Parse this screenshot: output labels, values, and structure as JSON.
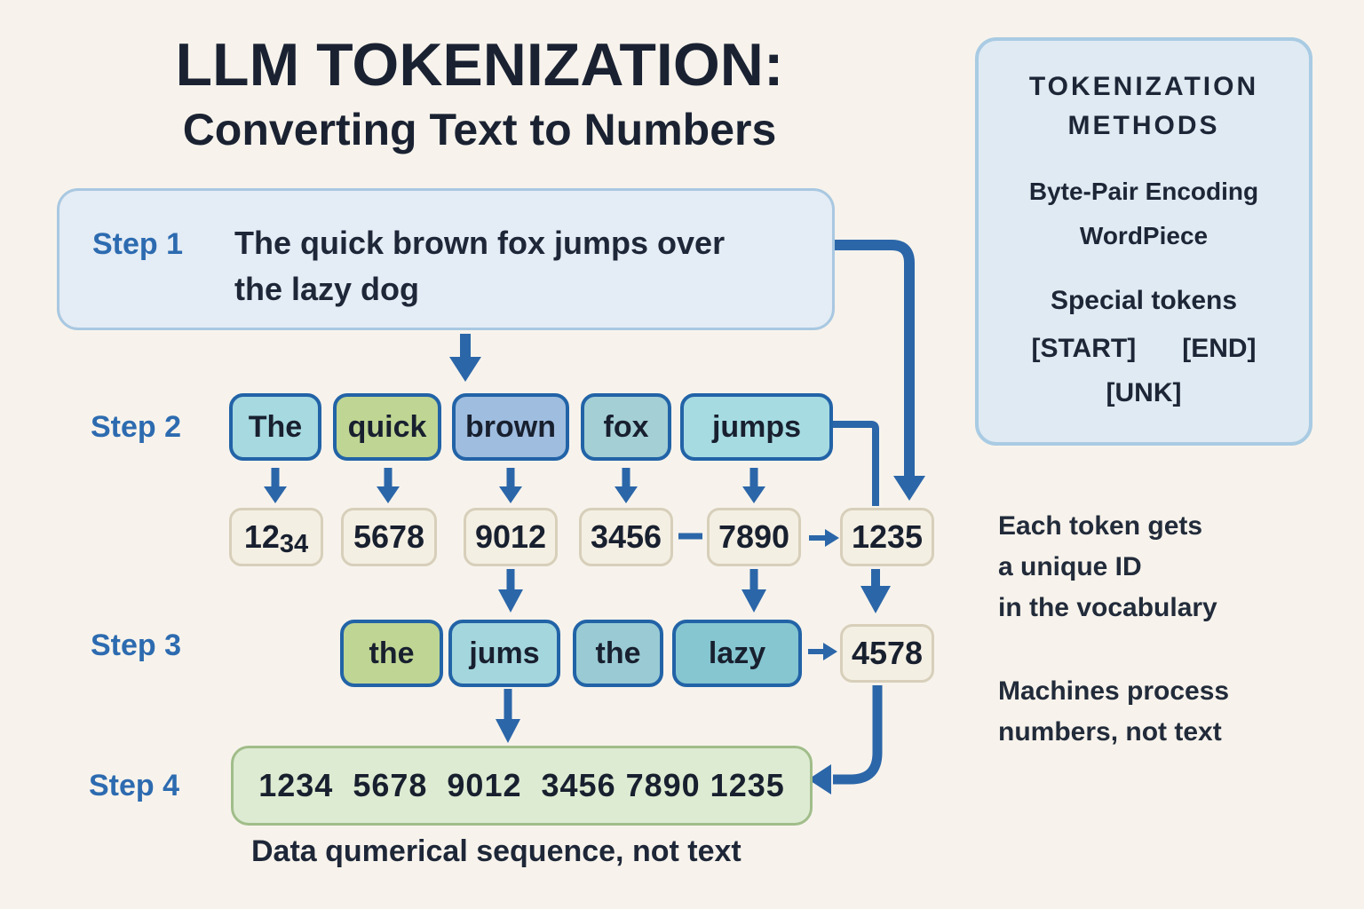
{
  "title": {
    "line1": "LLM TOKENIZATION:",
    "line2": "Converting Text to Numbers"
  },
  "steps": {
    "step1": {
      "label": "Step 1",
      "sentence_line1": "The quick brown fox jumps over",
      "sentence_line2": "the lazy dog"
    },
    "step2": {
      "label": "Step 2",
      "tokens": [
        {
          "label": "The",
          "bg": "#a6d9e0"
        },
        {
          "label": "quick",
          "bg": "#bfd593"
        },
        {
          "label": "brown",
          "bg": "#9fbddf"
        },
        {
          "label": "fox",
          "bg": "#a4cfd5"
        },
        {
          "label": "jumps",
          "bg": "#a6dbe2"
        }
      ]
    },
    "step3": {
      "label": "Step 3",
      "tokens": [
        {
          "label": "the",
          "bg": "#bfd593"
        },
        {
          "label": "jums",
          "bg": "#a4d6dd"
        },
        {
          "label": "the",
          "bg": "#9acbd4"
        },
        {
          "label": "lazy",
          "bg": "#85c6d1"
        }
      ],
      "result_id": "4578"
    },
    "step4": {
      "label": "Step 4",
      "sequence": "1234  5678  9012  3456 7890 1235",
      "caption": "Data qumerical sequence, not text"
    }
  },
  "id_row": {
    "boxes": [
      {
        "pre": "12",
        "suf": "34"
      },
      {
        "pre": "5678",
        "suf": ""
      },
      {
        "pre": "9012",
        "suf": ""
      },
      {
        "pre": "3456",
        "suf": ""
      },
      {
        "pre": "7890",
        "suf": ""
      },
      {
        "pre": "1235",
        "suf": ""
      }
    ]
  },
  "side_panel": {
    "title_line1": "TOKENIZATION",
    "title_line2": "METHODS",
    "methods": [
      "Byte-Pair Encoding",
      "WordPiece"
    ],
    "special_label": "Special tokens",
    "special_start": "[START]",
    "special_end": "[END]",
    "special_unk": "[UNK]"
  },
  "notes": {
    "note1_line1": "Each token gets",
    "note1_line2": "a unique ID",
    "note1_line3": "in the vocabulary",
    "note2_line1": "Machines process",
    "note2_line2": "numbers, not text"
  },
  "colors": {
    "background": "#f7f3ec",
    "navy_text": "#1a2232",
    "blue_accent": "#2d6bb0",
    "arrow_blue": "#2b66a9",
    "token_border": "#2263a7",
    "step1_panel_bg": "#e4ecf5",
    "side_panel_bg": "#e0eaf3",
    "id_box_bg": "#f4efe3",
    "id_box_border": "#d7cfba",
    "step4_box_bg": "#ddebd2",
    "step4_box_border": "#a1bd8a"
  }
}
